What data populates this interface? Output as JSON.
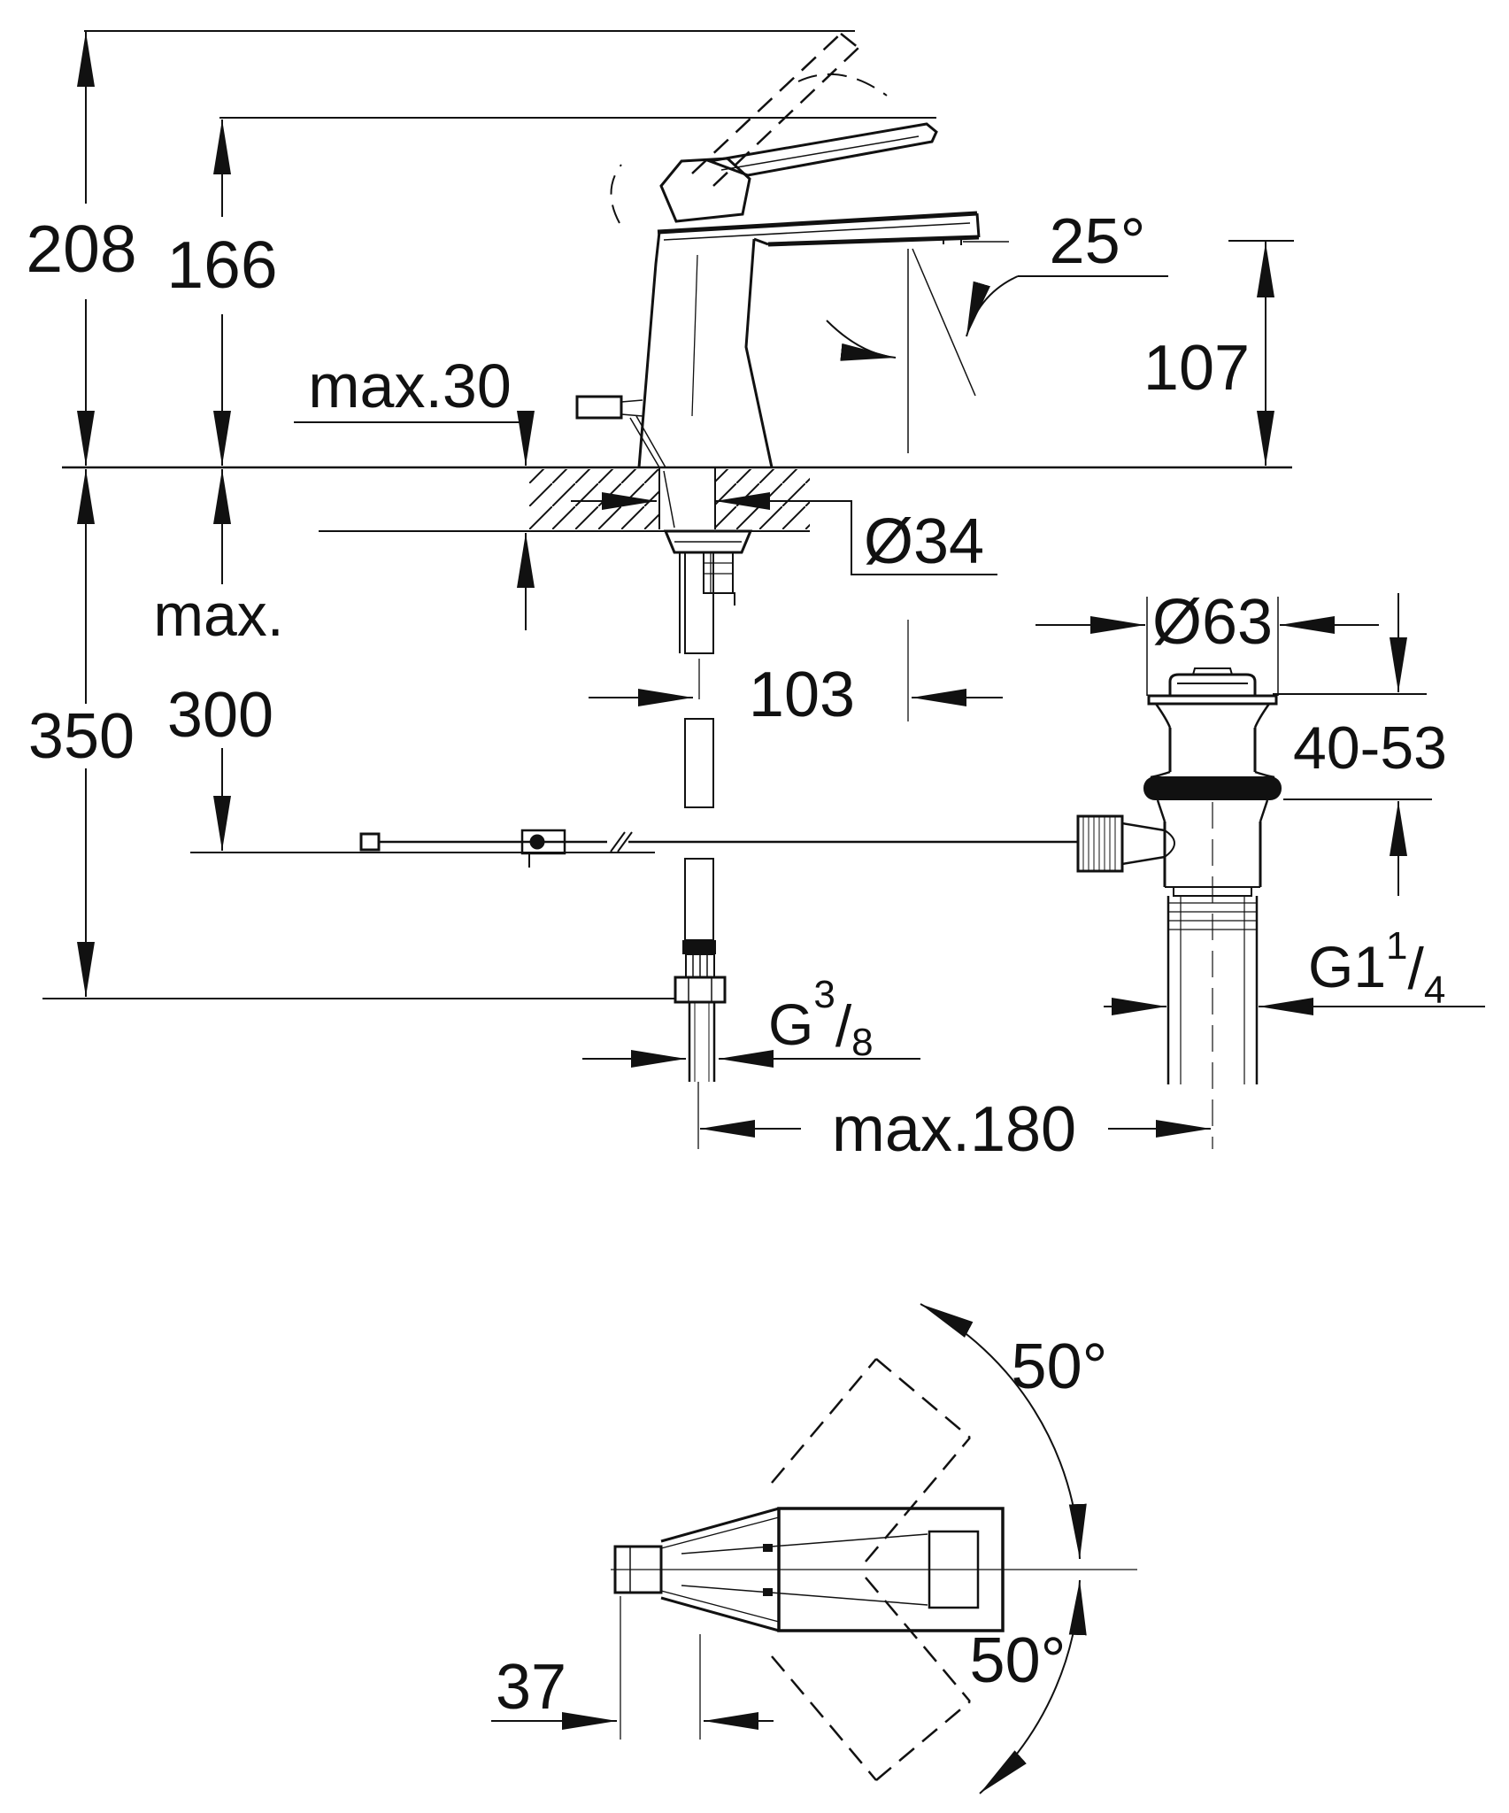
{
  "drawing": {
    "background": "#ffffff",
    "stroke_color": "#111111",
    "units_implied": "mm",
    "dimensions": {
      "height_total": "208",
      "height_handle_top": "166",
      "deck_thickness_max": "max.30",
      "stream_angle": "25°",
      "spout_height": "107",
      "mount_hole_diameter": "Ø34",
      "hose_reach_max_prefix": "max.",
      "hose_reach_max_value": "300",
      "hose_length_total": "350",
      "spout_reach": "103",
      "waste_flange_diameter": "Ø63",
      "basin_clamp_range": "40-53",
      "waste_thread": {
        "base": "G1",
        "sup": "1",
        "slash": "/",
        "sub": "4"
      },
      "supply_thread": {
        "base": "G",
        "sup": "3",
        "slash": "/",
        "sub": "8"
      },
      "spread_max": "max.180",
      "handle_swing_upper": "50°",
      "handle_swing_lower": "50°",
      "spout_offset_top_view": "37"
    }
  }
}
